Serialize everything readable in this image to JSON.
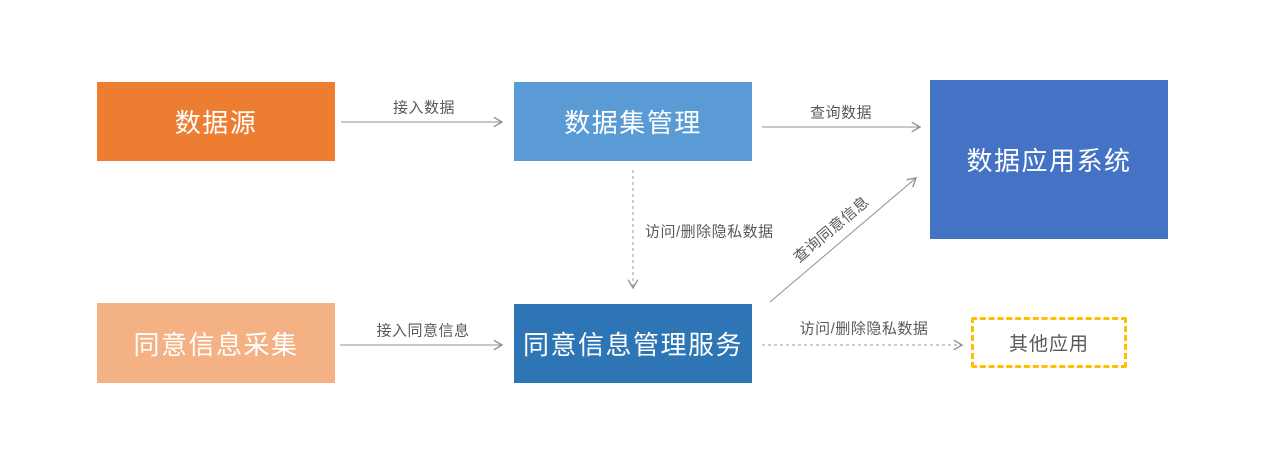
{
  "diagram": {
    "background_color": "#ffffff",
    "arrow_color": "#919191",
    "label_color": "#595959",
    "nodes": [
      {
        "id": "data-source",
        "label": "数据源",
        "fill": "#ED7D31",
        "text_color": "#ffffff",
        "shape": "rect-solid"
      },
      {
        "id": "dataset-management",
        "label": "数据集管理",
        "fill": "#5B9BD5",
        "text_color": "#ffffff",
        "shape": "rect-solid"
      },
      {
        "id": "data-application-system",
        "label": "数据应用系统",
        "fill": "#4472C4",
        "text_color": "#ffffff",
        "shape": "rect-solid"
      },
      {
        "id": "consent-info-collection",
        "label": "同意信息采集",
        "fill": "#F4B183",
        "text_color": "#ffffff",
        "shape": "rect-solid"
      },
      {
        "id": "consent-management-service",
        "label": "同意信息管理服务",
        "fill": "#2E75B6",
        "text_color": "#ffffff",
        "shape": "rect-solid"
      },
      {
        "id": "other-applications",
        "label": "其他应用",
        "fill": "#ffffff",
        "border_color": "#FFC000",
        "text_color": "#595959",
        "shape": "rect-dashed-border"
      }
    ],
    "edges": [
      {
        "label": "接入数据",
        "from": "data-source",
        "to": "dataset-management",
        "line": "solid"
      },
      {
        "label": "查询数据",
        "from": "dataset-management",
        "to": "data-application-system",
        "line": "solid"
      },
      {
        "label": "访问/删除隐私数据",
        "from": "dataset-management",
        "to": "consent-management-service",
        "line": "dashed"
      },
      {
        "label": "查询同意信息",
        "from": "consent-management-service",
        "to": "data-application-system",
        "line": "solid"
      },
      {
        "label": "接入同意信息",
        "from": "consent-info-collection",
        "to": "consent-management-service",
        "line": "solid"
      },
      {
        "label": "访问/删除隐私数据",
        "from": "consent-management-service",
        "to": "other-applications",
        "line": "dashed"
      }
    ]
  }
}
